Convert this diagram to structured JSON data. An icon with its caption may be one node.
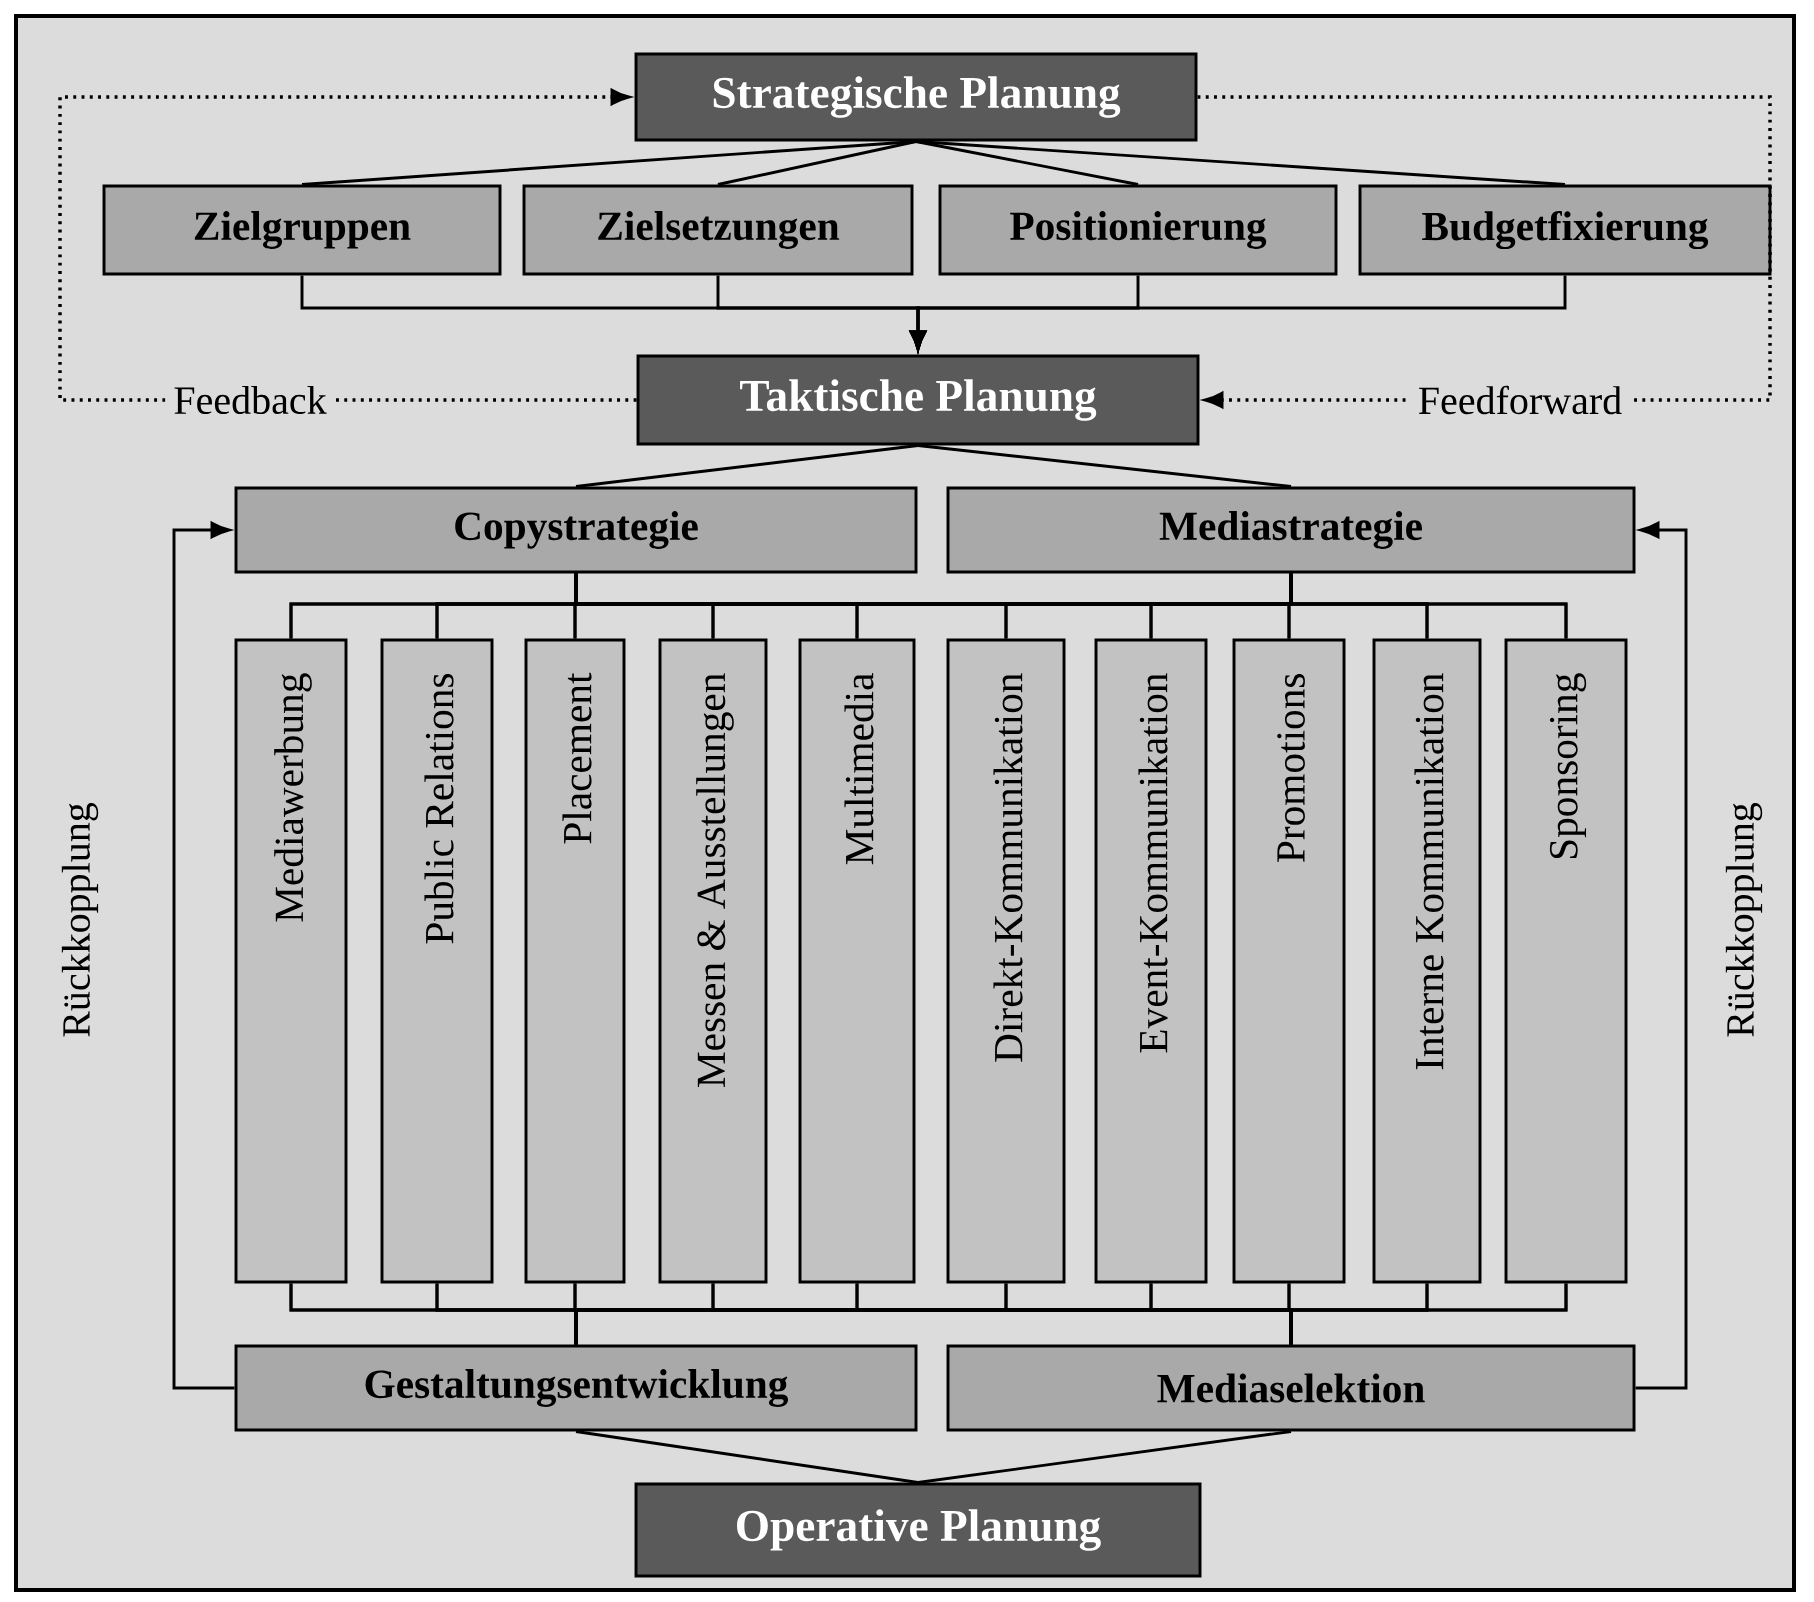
{
  "diagram": {
    "nodes": [
      {
        "text": [
          "Strategische Planung"
        ]
      },
      {
        "text": [
          "Zielgruppen"
        ]
      },
      {
        "text": [
          "Zielsetzungen"
        ]
      },
      {
        "text": [
          "Positionierung"
        ]
      },
      {
        "text": [
          "Budgetfixierung"
        ]
      },
      {
        "text": [
          "Taktische Planung"
        ]
      },
      {
        "text": [
          "Copystrategie"
        ]
      },
      {
        "text": [
          "Mediastrategie"
        ]
      },
      {
        "text": [
          "Mediawerbung"
        ]
      },
      {
        "text": [
          "Public Relations"
        ]
      },
      {
        "text": [
          "Placement"
        ]
      },
      {
        "text": [
          "Messen & Ausstellungen"
        ]
      },
      {
        "text": [
          "Multimedia"
        ]
      },
      {
        "text": [
          "Direkt-Kommunikation"
        ]
      },
      {
        "text": [
          "Event-Kommunikation"
        ]
      },
      {
        "text": [
          "Promotions"
        ]
      },
      {
        "text": [
          "Interne Kommunikation"
        ]
      },
      {
        "text": [
          "Sponsoring"
        ]
      },
      {
        "text": [
          "Gestaltungsentwicklung"
        ]
      },
      {
        "text": [
          "Mediaselektion"
        ]
      },
      {
        "text": [
          "Operative Planung"
        ]
      }
    ],
    "edges": [
      {
        "from": 0,
        "to": 1,
        "arrow": "none"
      },
      {
        "from": 0,
        "to": 2,
        "arrow": "none"
      },
      {
        "from": 0,
        "to": 3,
        "arrow": "none"
      },
      {
        "from": 0,
        "to": 4,
        "arrow": "none"
      },
      {
        "from": 1,
        "to": 5,
        "arrow": "to"
      },
      {
        "from": 2,
        "to": 5,
        "arrow": "to"
      },
      {
        "from": 3,
        "to": 5,
        "arrow": "to"
      },
      {
        "from": 4,
        "to": 5,
        "arrow": "to"
      },
      {
        "from": 5,
        "to": 0,
        "arrow": "to",
        "style": "dashed",
        "label": "Feedback"
      },
      {
        "from": 0,
        "to": 5,
        "arrow": "to",
        "style": "dashed",
        "label": "Feedforward"
      },
      {
        "from": 5,
        "to": 6,
        "arrow": "none"
      },
      {
        "from": 5,
        "to": 7,
        "arrow": "none"
      },
      {
        "from": 6,
        "to": 8,
        "arrow": "none"
      },
      {
        "from": 6,
        "to": 9,
        "arrow": "none"
      },
      {
        "from": 6,
        "to": 10,
        "arrow": "none"
      },
      {
        "from": 6,
        "to": 11,
        "arrow": "none"
      },
      {
        "from": 6,
        "to": 12,
        "arrow": "none"
      },
      {
        "from": 6,
        "to": 13,
        "arrow": "none"
      },
      {
        "from": 6,
        "to": 14,
        "arrow": "none"
      },
      {
        "from": 6,
        "to": 15,
        "arrow": "none"
      },
      {
        "from": 6,
        "to": 16,
        "arrow": "none"
      },
      {
        "from": 6,
        "to": 17,
        "arrow": "none"
      },
      {
        "from": 7,
        "to": 8,
        "arrow": "none"
      },
      {
        "from": 7,
        "to": 9,
        "arrow": "none"
      },
      {
        "from": 7,
        "to": 10,
        "arrow": "none"
      },
      {
        "from": 7,
        "to": 11,
        "arrow": "none"
      },
      {
        "from": 7,
        "to": 12,
        "arrow": "none"
      },
      {
        "from": 7,
        "to": 13,
        "arrow": "none"
      },
      {
        "from": 7,
        "to": 14,
        "arrow": "none"
      },
      {
        "from": 7,
        "to": 15,
        "arrow": "none"
      },
      {
        "from": 7,
        "to": 16,
        "arrow": "none"
      },
      {
        "from": 7,
        "to": 17,
        "arrow": "none"
      },
      {
        "from": 8,
        "to": 18,
        "arrow": "none"
      },
      {
        "from": 9,
        "to": 18,
        "arrow": "none"
      },
      {
        "from": 10,
        "to": 18,
        "arrow": "none"
      },
      {
        "from": 11,
        "to": 18,
        "arrow": "none"
      },
      {
        "from": 12,
        "to": 18,
        "arrow": "none"
      },
      {
        "from": 13,
        "to": 18,
        "arrow": "none"
      },
      {
        "from": 14,
        "to": 18,
        "arrow": "none"
      },
      {
        "from": 15,
        "to": 18,
        "arrow": "none"
      },
      {
        "from": 16,
        "to": 18,
        "arrow": "none"
      },
      {
        "from": 17,
        "to": 18,
        "arrow": "none"
      },
      {
        "from": 8,
        "to": 19,
        "arrow": "none"
      },
      {
        "from": 9,
        "to": 19,
        "arrow": "none"
      },
      {
        "from": 10,
        "to": 19,
        "arrow": "none"
      },
      {
        "from": 11,
        "to": 19,
        "arrow": "none"
      },
      {
        "from": 12,
        "to": 19,
        "arrow": "none"
      },
      {
        "from": 13,
        "to": 19,
        "arrow": "none"
      },
      {
        "from": 14,
        "to": 19,
        "arrow": "none"
      },
      {
        "from": 15,
        "to": 19,
        "arrow": "none"
      },
      {
        "from": 16,
        "to": 19,
        "arrow": "none"
      },
      {
        "from": 17,
        "to": 19,
        "arrow": "none"
      },
      {
        "from": 18,
        "to": 20,
        "arrow": "none"
      },
      {
        "from": 19,
        "to": 20,
        "arrow": "none"
      },
      {
        "from": 18,
        "to": 6,
        "arrow": "to",
        "label": "Rückkopplung"
      },
      {
        "from": 19,
        "to": 7,
        "arrow": "to",
        "label": "Rückkopplung"
      }
    ]
  }
}
